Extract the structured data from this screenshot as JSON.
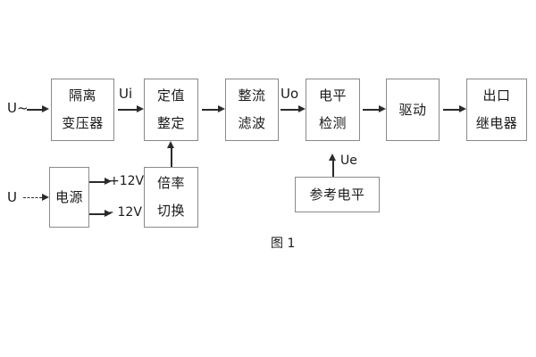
{
  "diagram": {
    "caption": "图 1",
    "blocks": [
      {
        "id": "isolation-transformer",
        "lines": [
          "隔离",
          "变压器"
        ]
      },
      {
        "id": "setting-value",
        "lines": [
          "定值",
          "整定"
        ]
      },
      {
        "id": "rectifier-filter",
        "lines": [
          "整流",
          "滤波"
        ]
      },
      {
        "id": "level-detection",
        "lines": [
          "电平",
          "检测"
        ]
      },
      {
        "id": "drive",
        "lines": [
          "驱动"
        ]
      },
      {
        "id": "output-relay",
        "lines": [
          "出口",
          "继电器"
        ]
      },
      {
        "id": "power-supply",
        "lines": [
          "电源"
        ]
      },
      {
        "id": "multiplier-switch",
        "lines": [
          "倍率",
          "切换"
        ]
      },
      {
        "id": "reference-level",
        "lines": [
          "参考电平"
        ]
      }
    ],
    "signals": {
      "input_ac": "U~",
      "input_dc": "U",
      "ui": "Ui",
      "uo": "Uo",
      "ue": "Ue",
      "rail_positive": "+12V",
      "rail_negative": "- 12V"
    }
  },
  "colors": {
    "background": "#ffffff",
    "box_border": "#8a8a8a",
    "text": "#1a1a1a",
    "arrow": "#2b2b2b"
  }
}
